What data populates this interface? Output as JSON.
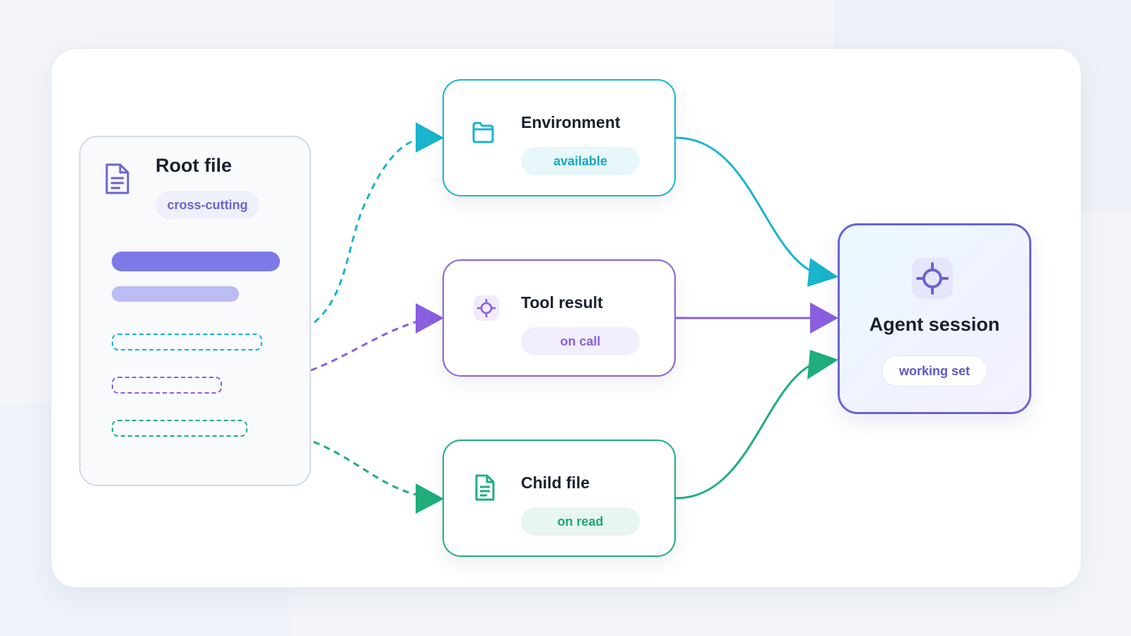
{
  "diagram": {
    "root": {
      "title": "Root file",
      "tag": "cross-cutting",
      "icon": "document-icon"
    },
    "nodes": {
      "environment": {
        "title": "Environment",
        "status": "available",
        "icon": "folder-icon",
        "color": "#19b4cd"
      },
      "tool_result": {
        "title": "Tool result",
        "status": "on call",
        "icon": "crosshair-icon",
        "color": "#8a5fe0"
      },
      "child_file": {
        "title": "Child file",
        "status": "on read",
        "icon": "document-icon",
        "color": "#1fae7c"
      }
    },
    "agent": {
      "title": "Agent session",
      "tag": "working set",
      "icon": "crosshair-icon",
      "color": "#6b64d0"
    },
    "edges": [
      {
        "from": "root",
        "to": "environment",
        "style": "dashed"
      },
      {
        "from": "root",
        "to": "tool_result",
        "style": "dashed"
      },
      {
        "from": "root",
        "to": "child_file",
        "style": "dashed"
      },
      {
        "from": "environment",
        "to": "agent",
        "style": "solid"
      },
      {
        "from": "tool_result",
        "to": "agent",
        "style": "solid"
      },
      {
        "from": "child_file",
        "to": "agent",
        "style": "solid"
      }
    ]
  }
}
